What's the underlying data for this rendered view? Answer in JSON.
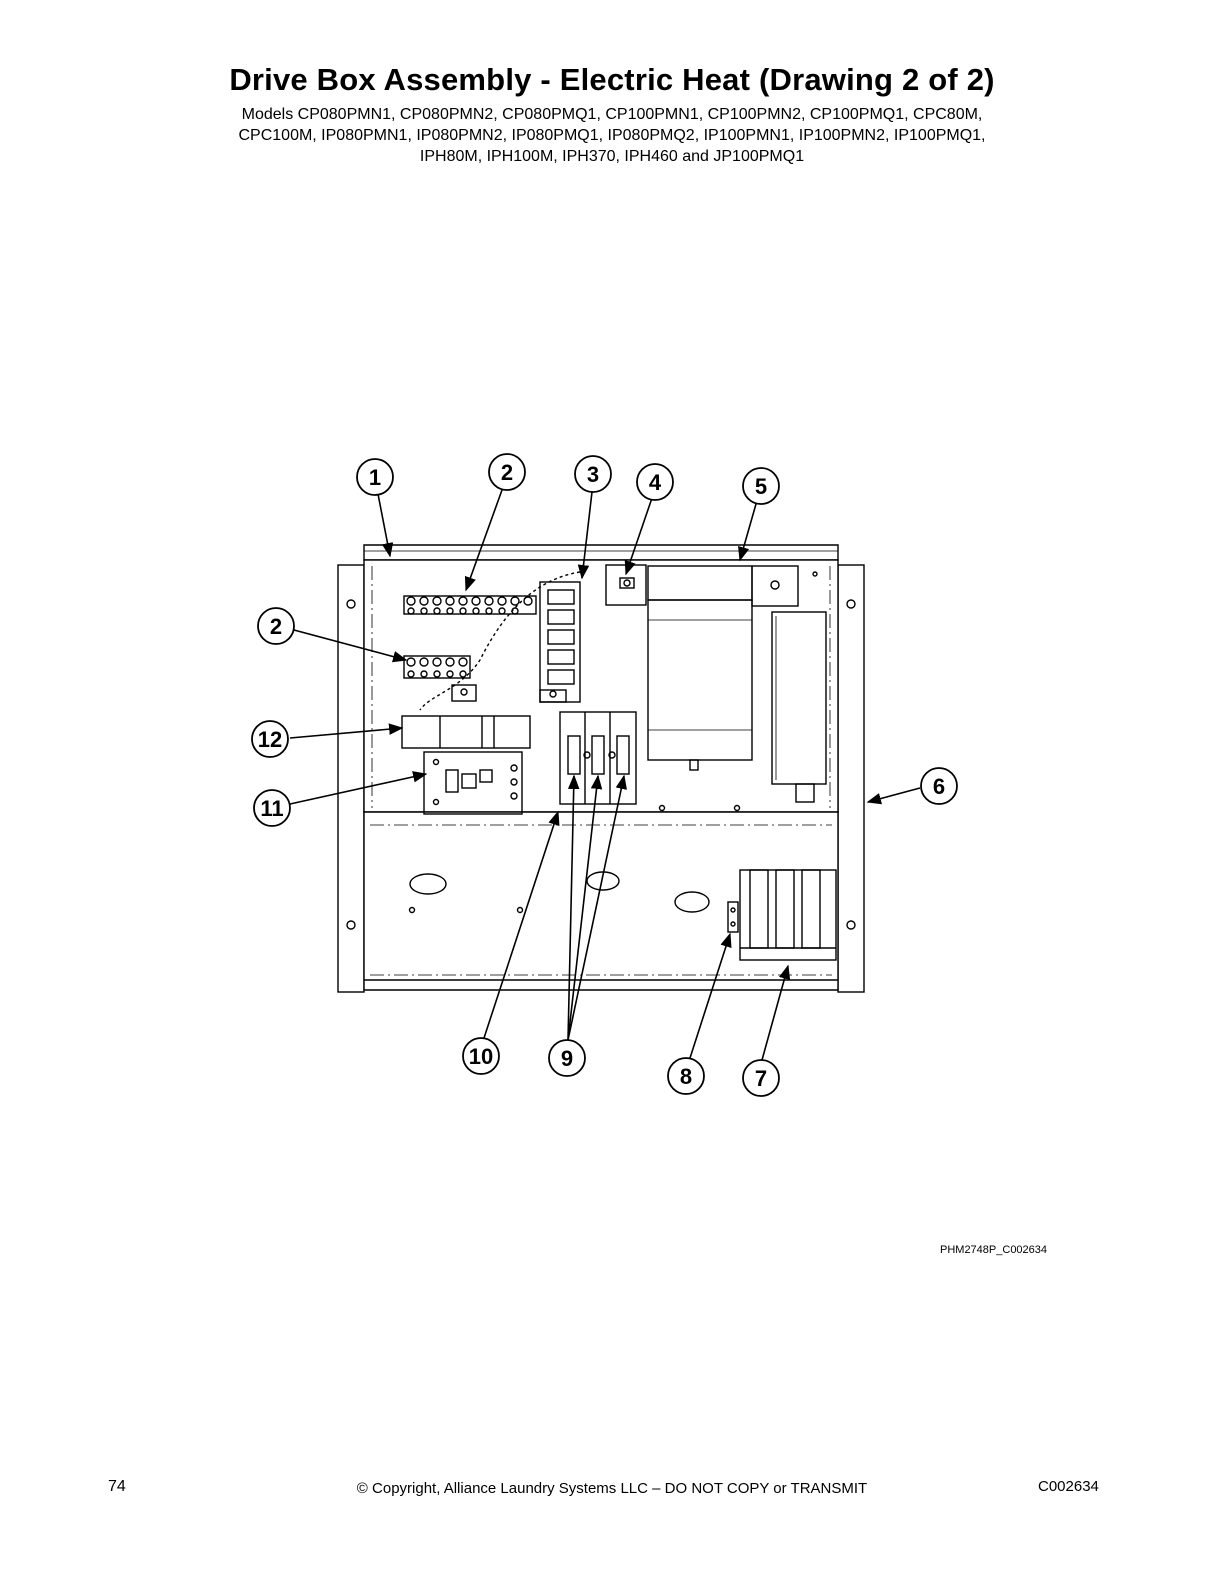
{
  "title": "Drive Box Assembly - Electric Heat (Drawing 2 of 2)",
  "models": [
    "Models CP080PMN1, CP080PMN2, CP080PMQ1, CP100PMN1, CP100PMN2, CP100PMQ1, CPC80M,",
    "CPC100M, IP080PMN1, IP080PMN2, IP080PMQ1, IP080PMQ2, IP100PMN1, IP100PMN2, IP100PMQ1,",
    "IPH80M, IPH100M, IPH370, IPH460 and JP100PMQ1"
  ],
  "callouts": [
    "1",
    "2",
    "3",
    "4",
    "5",
    "2",
    "12",
    "11",
    "6",
    "10",
    "9",
    "8",
    "7"
  ],
  "drawing_code": "PHM2748P_C002634",
  "footer": {
    "page_number": "74",
    "copyright": "© Copyright, Alliance Laundry Systems LLC – DO NOT COPY or TRANSMIT",
    "doc_code": "C002634"
  }
}
